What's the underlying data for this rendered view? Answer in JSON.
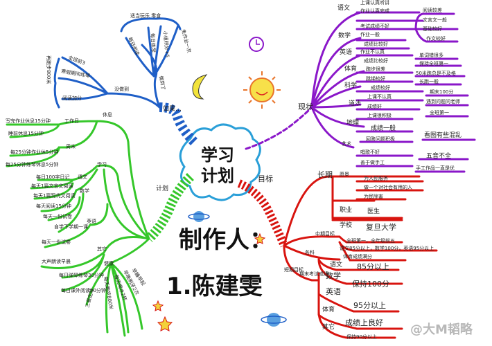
{
  "colors": {
    "current": "#8a17c9",
    "goals": "#d8140f",
    "plan": "#35c72a",
    "ifbranch": "#1f5fc7",
    "center_outline": "#2a9fd8"
  },
  "center": {
    "line1": "学习",
    "line2": "计划"
  },
  "author": {
    "label": "制作人：",
    "name": "1.陈建雯"
  },
  "watermark": "@大M韬略",
  "current": {
    "label": "现状",
    "items": [
      {
        "subject": "语文",
        "facts": [
          "上课认真听讲",
          "作业认真完成",
          "考试成绩不好"
        ],
        "details": [
          "阅读较差",
          "文言文一般",
          "基础较好",
          "作文较好"
        ]
      },
      {
        "subject": "数学",
        "facts": [
          "作业一般",
          "成绩比较好"
        ]
      },
      {
        "subject": "英语",
        "facts": [
          "作业不认真",
          "成绩比较好"
        ],
        "details": [
          "单词错很多",
          "保持全班第一"
        ]
      },
      {
        "subject": "体育",
        "facts": [
          "跑步很差",
          "跳绳较好"
        ],
        "details": [
          "50米跑总是不及格",
          "长跑一般"
        ]
      },
      {
        "subject": "科学",
        "facts": [
          "成绩较好",
          "上课不认真"
        ],
        "details": [
          "期末100分",
          "遇到问题问老师"
        ]
      },
      {
        "subject": "道法",
        "facts": [
          "成绩好",
          "上课很积极"
        ],
        "details": [
          "全班第一"
        ]
      },
      {
        "subject": "地理",
        "facts": [
          "成绩一般",
          "回答问题积极"
        ],
        "details": [
          "看图有些混乱"
        ]
      },
      {
        "subject": "艺术",
        "facts": [
          "唱歌不好",
          "善于做手工"
        ],
        "details": [
          "五音不全",
          "手工作品一直是优"
        ]
      }
    ]
  },
  "goals": {
    "label": "目标",
    "long": {
      "label": "长期",
      "vision": "愿景",
      "vision_items": [
        "为人民服务",
        "做一个对社会有用的人",
        "为民除害"
      ],
      "career": "职业",
      "career_value": "医生",
      "school": "学校",
      "school_value": "复旦大学"
    },
    "mid": {
      "label": "中期目标",
      "items": [
        "全班第一，全年级前五",
        "语文85分以上，数学100分，英语95分以上",
        "体育成绩满分"
      ]
    },
    "short": {
      "label": "短期目标",
      "sub": "期末考试成绩",
      "subjects_label": "各科",
      "items": [
        {
          "subject": "语文",
          "value": "85分以上"
        },
        {
          "subject": "数学",
          "value": "保持100分"
        },
        {
          "subject": "英语",
          "value": "95分以上"
        },
        {
          "subject": "体育",
          "value": "成绩上良好"
        },
        {
          "subject": "其它",
          "value": "保持90分以上"
        }
      ]
    }
  },
  "plan": {
    "label": "计划",
    "rest": {
      "label": "休息",
      "workday": "工作日",
      "workday_items": [
        "写完作业休息15分钟",
        "睡前休息15分钟"
      ],
      "weekend": "周末",
      "weekend_items": [
        "每25分钟作业休5分钟",
        "每25分钟练琴休息5分钟"
      ]
    },
    "study": {
      "label": "学习",
      "chinese": "语文",
      "chinese_items": [
        "每日100字日记",
        "每天1篇文言文阅读",
        "每天1篇现代文阅读"
      ],
      "math": "数学",
      "math_items": [
        "每天阅读15分钟",
        "每天一份试卷",
        "自学下学期一课"
      ],
      "english": "英语",
      "english_items": [
        "每天一份试卷"
      ],
      "other": "其它",
      "other_items": [
        "大声朗读早晨",
        "每日弹琴练琴30分钟",
        "每日课外阅读30分钟"
      ]
    },
    "health": {
      "label": "健康",
      "items": [
        "三餐定时",
        "每天跑步800米",
        "每天喝水2杯",
        "早晚刷牙2次",
        "早睡早起"
      ]
    }
  },
  "ifbranch": {
    "label": "如果…",
    "done": {
      "label": "做到了",
      "reward": "适当玩乐 零食",
      "items": [
        "每日阅读",
        "每日练琴",
        "小组积分+5",
        "免作业一次"
      ]
    },
    "notdone": {
      "label": "没做到",
      "penalty": "再跑步800米",
      "items": [
        "全班前3",
        "寒假期间练琴",
        "阅读加分"
      ]
    }
  }
}
